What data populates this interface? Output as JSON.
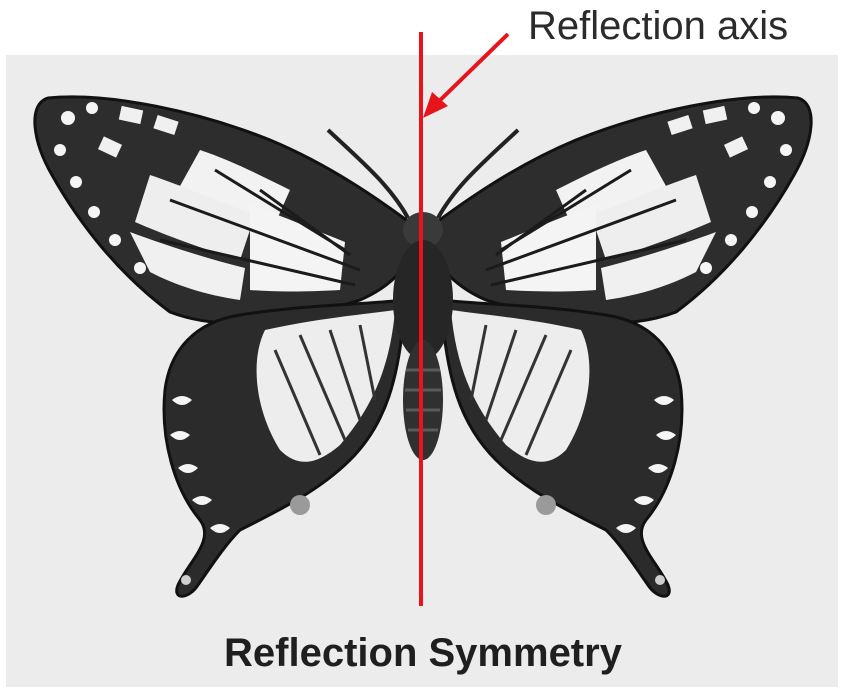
{
  "axis_label": "Reflection axis",
  "caption": "Reflection Symmetry",
  "colors": {
    "axis_line": "#e8141c",
    "panel_background": "#ececec",
    "wing_dark": "#2a2a2a",
    "wing_light": "#f2f2f2"
  },
  "illustration": {
    "subject": "butterfly-icon",
    "style": "black-and-white engraving"
  }
}
